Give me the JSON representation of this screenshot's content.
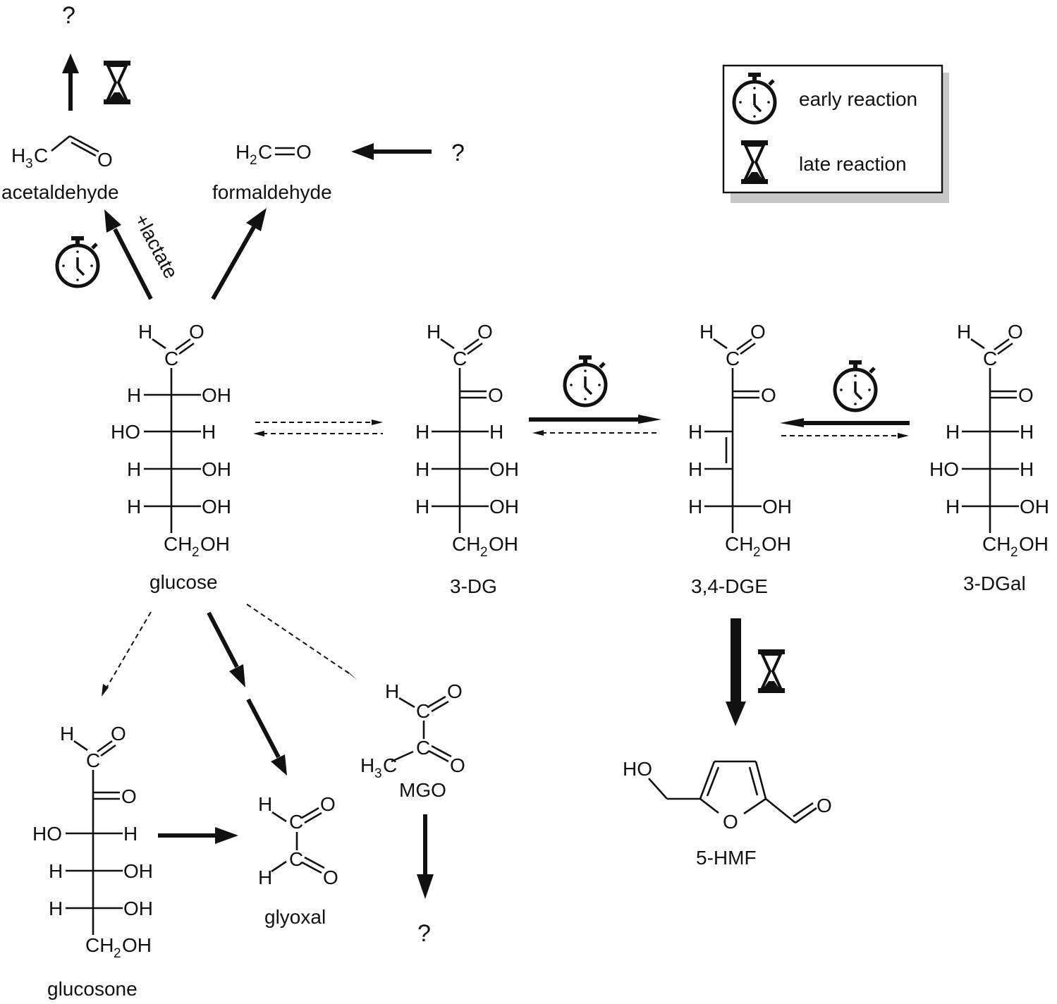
{
  "legend": {
    "early": {
      "icon": "stopwatch-icon",
      "label": "early reaction"
    },
    "late": {
      "icon": "hourglass-icon",
      "label": "late reaction"
    }
  },
  "compounds": {
    "glucose": "glucose",
    "dg3": "3-DG",
    "dge34": "3,4-DGE",
    "dgal3": "3-DGal",
    "acetaldehyde": "acetaldehyde",
    "formaldehyde": "formaldehyde",
    "glucosone": "glucosone",
    "glyoxal": "glyoxal",
    "mgo": "MGO",
    "hmf5": "5-HMF"
  },
  "annotations": {
    "lactate": "+lactate",
    "unknown": "?"
  },
  "atoms": {
    "H": "H",
    "HO": "HO",
    "OH": "OH",
    "O": "O",
    "C": "C",
    "CH": "CH",
    "OH_tail": "OH",
    "sub2": "2",
    "sub3": "3",
    "H3C_main": "H",
    "H2C_main": "H",
    "CEqO": "C=O",
    "C_tail": "C"
  },
  "colors": {
    "ink": "#111111",
    "shadow": "#c8c8c8",
    "background": "#ffffff"
  }
}
